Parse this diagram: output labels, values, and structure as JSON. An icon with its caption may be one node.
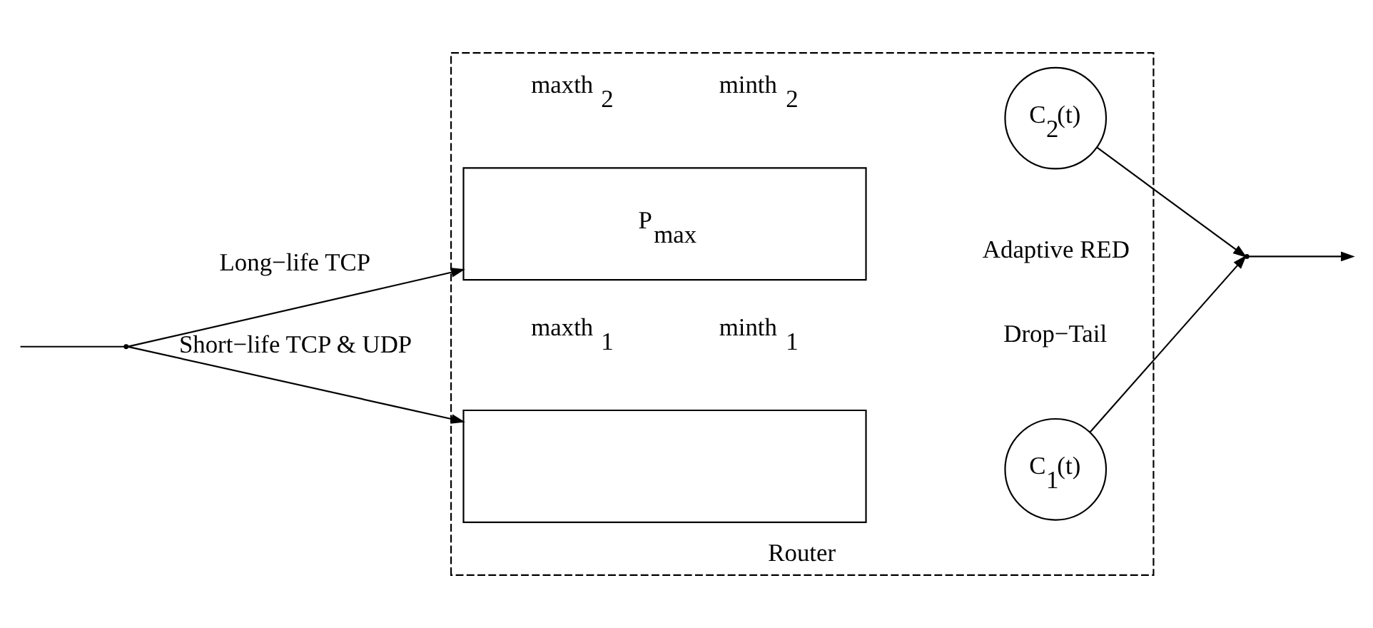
{
  "diagram": {
    "nodes": [
      {
        "text": [
          "Router"
        ]
      },
      {
        "text": [
          "P$_{max}$"
        ],
        "in": 0,
        "beside": [
          "maxth $_{2}$",
          "minth $_{2}$"
        ]
      },
      {
        "text": [
          "C$_{2}$(t)"
        ],
        "in": 0
      },
      {
        "text": [],
        "shape": "box",
        "in": 0,
        "beside": [
          "maxth $_{1}$",
          "minth $_{1}$"
        ]
      },
      {
        "text": [
          "C$_{1}$(t)"
        ],
        "in": 0
      },
      {
        "text": [],
        "shape": "point"
      },
      {
        "text": [],
        "shape": "point"
      }
    ],
    "edges": [
      {
        "from": null,
        "to": 5,
        "arrow": "none"
      },
      {
        "from": 5,
        "to": 1,
        "arrow": "to",
        "label": "Long−life TCP"
      },
      {
        "from": 5,
        "to": 3,
        "arrow": "to",
        "label": "Short−life TCP & UDP"
      },
      {
        "from": 2,
        "to": 6,
        "arrow": "to"
      },
      {
        "from": 4,
        "to": 6,
        "arrow": "to"
      },
      {
        "from": 6,
        "to": null,
        "arrow": "to"
      }
    ],
    "labels": [
      "Adaptive RED",
      "Drop−Tail"
    ]
  }
}
